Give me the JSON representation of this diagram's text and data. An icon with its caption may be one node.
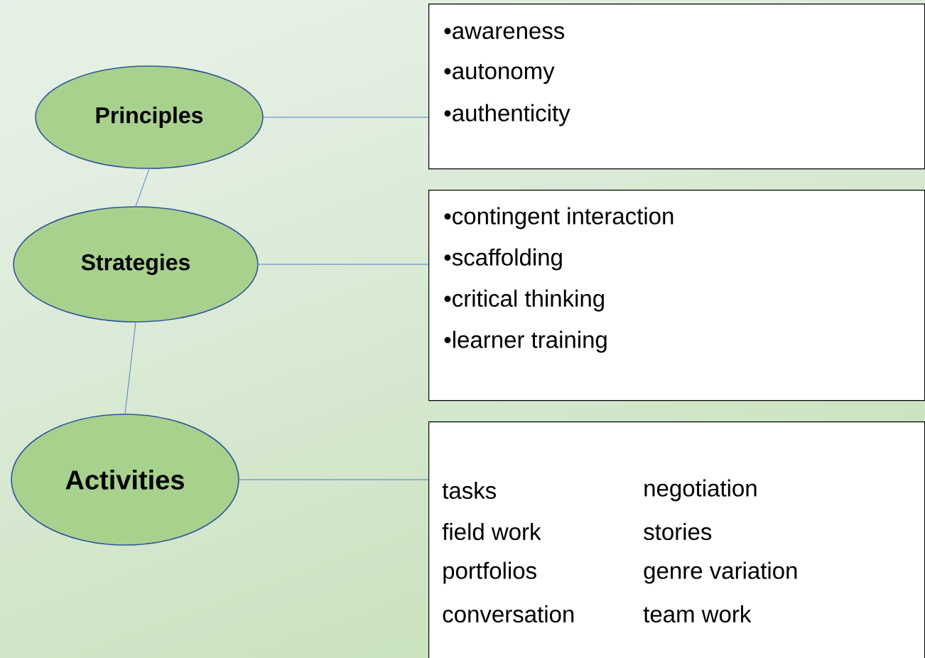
{
  "diagram": {
    "nodes": [
      {
        "text": [
          "Principles"
        ]
      },
      {
        "text": [
          "•awareness",
          "•autonomy",
          "•authenticity"
        ]
      },
      {
        "text": [
          "Strategies"
        ]
      },
      {
        "text": [
          "•contingent interaction",
          "•scaffolding",
          "•critical thinking",
          "•learner training"
        ]
      },
      {
        "text": [
          "Activities"
        ]
      },
      {
        "text": [
          "tasks",
          "negotiation",
          "field work",
          "stories",
          "portfolios",
          "genre variation",
          "conversation",
          "team work"
        ]
      }
    ],
    "edges": [
      {
        "from": 0,
        "to": 1,
        "arrow": "none"
      },
      {
        "from": 0,
        "to": 2,
        "arrow": "none"
      },
      {
        "from": 2,
        "to": 3,
        "arrow": "none"
      },
      {
        "from": 2,
        "to": 4,
        "arrow": "none"
      },
      {
        "from": 4,
        "to": 5,
        "arrow": "none"
      }
    ]
  }
}
